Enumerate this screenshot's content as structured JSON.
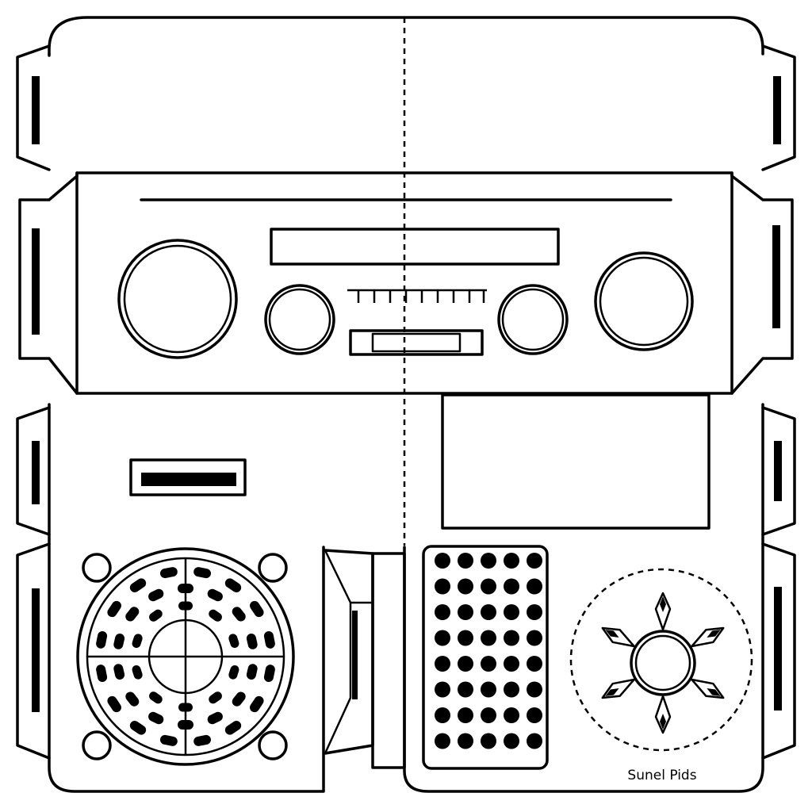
{
  "template": {
    "caption": "Sunel Pids",
    "colors": {
      "line": "#000000",
      "paper": "#ffffff"
    },
    "icons": [
      "fold-line",
      "knob",
      "speaker-grille",
      "dot-grille",
      "sun-emblem"
    ]
  }
}
